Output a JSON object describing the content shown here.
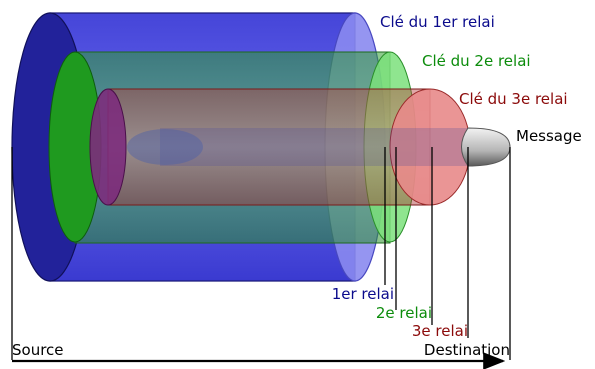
{
  "labels": {
    "key1": "Clé du 1er relai",
    "key2": "Clé du 2e relai",
    "key3": "Clé du 3e relai",
    "message": "Message",
    "relay1": "1er relai",
    "relay2": "2e relai",
    "relay3": "3e relai",
    "source": "Source",
    "destination": "Destination"
  },
  "colors": {
    "layer1": "#0b0b8c",
    "layer2": "#0c8c0c",
    "layer3": "#8b0a0a",
    "text": "#000000"
  }
}
